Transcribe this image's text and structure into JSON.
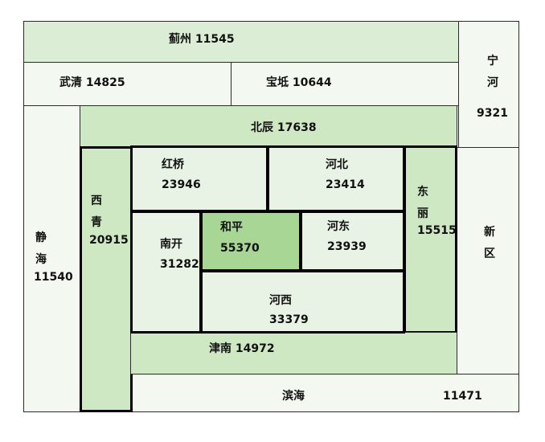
{
  "regions": {
    "jizhou": {
      "name": "蓟州",
      "value": "11545",
      "color": "#dbeed5"
    },
    "wuqing": {
      "name": "武清",
      "value": "14825",
      "color": "#f3f8f1"
    },
    "baodi": {
      "name": "宝坻",
      "value": "10644",
      "color": "#f3f8f1"
    },
    "ninghe": {
      "name_chars": [
        "宁",
        "河"
      ],
      "value": "9321",
      "color": "#f3f8f1"
    },
    "jinghai": {
      "name_chars": [
        "静",
        "海"
      ],
      "value": "11540",
      "color": "#f3f8f1"
    },
    "beichen": {
      "name": "北辰",
      "value": "17638",
      "color": "#cfe8c4"
    },
    "xiqing": {
      "name_chars": [
        "西",
        "青"
      ],
      "value": "20915",
      "color": "#cfe8c4"
    },
    "hongqiao": {
      "name": "红桥",
      "value": "23946",
      "color": "#e9f3e5"
    },
    "hebei": {
      "name": "河北",
      "value": "23414",
      "color": "#e9f3e5"
    },
    "dongli": {
      "name_chars": [
        "东",
        "丽"
      ],
      "value": "15515",
      "color": "#cfe8c4"
    },
    "xinqu": {
      "name_chars": [
        "新",
        "区"
      ],
      "color": "#f3f8f1"
    },
    "nankai": {
      "name": "南开",
      "value": "31282",
      "color": "#e9f3e5"
    },
    "heping": {
      "name": "和平",
      "value": "55370",
      "color": "#a8d795"
    },
    "hedong": {
      "name": "河东",
      "value": "23939",
      "color": "#e9f3e5"
    },
    "hexi": {
      "name": "河西",
      "value": "33379",
      "color": "#e9f3e5"
    },
    "jinnan": {
      "name": "津南",
      "value": "14972",
      "color": "#cfe8c4"
    },
    "binhai": {
      "name": "滨海",
      "value": "11471",
      "color": "#f3f8f1"
    }
  }
}
